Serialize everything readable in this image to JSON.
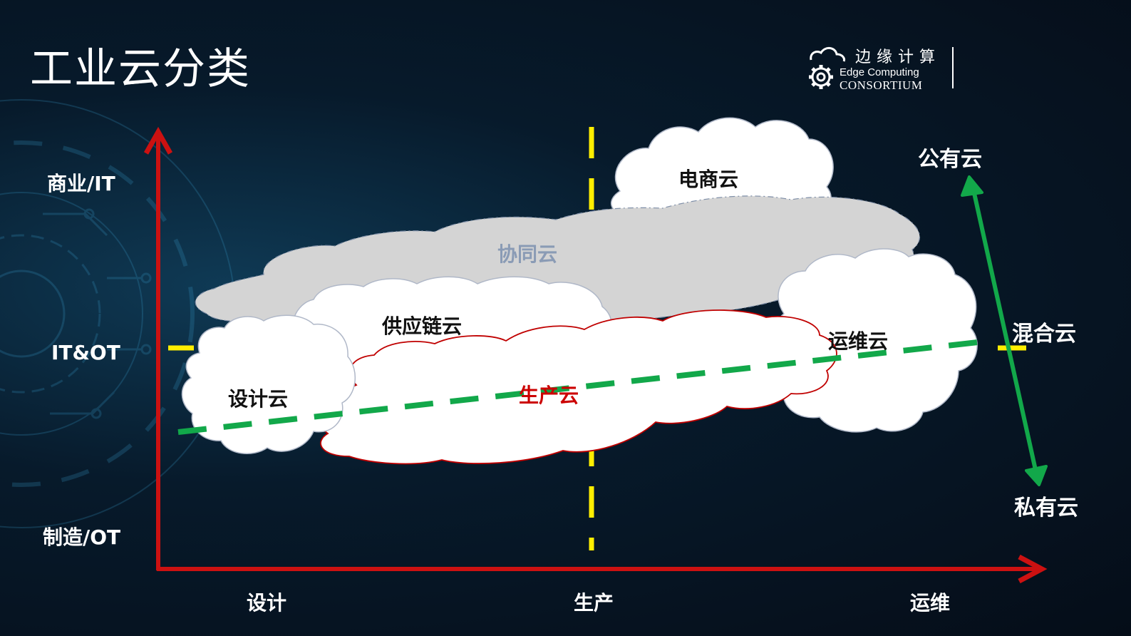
{
  "slide": {
    "title": "工业云分类"
  },
  "logo": {
    "cn": "边缘计算",
    "en_line1": "Edge Computing",
    "en_line2": "CONSORTIUM"
  },
  "y_axis": {
    "top": "商业/IT",
    "middle": "IT&OT",
    "bottom": "制造/OT"
  },
  "x_axis": {
    "left": "设计",
    "middle": "生产",
    "right": "运维"
  },
  "clouds": {
    "ecommerce": "电商云",
    "collab": "协同云",
    "supply": "供应链云",
    "design": "设计云",
    "production": "生产云",
    "ops": "运维云"
  },
  "scale": {
    "public": "公有云",
    "hybrid": "混合云",
    "private": "私有云"
  },
  "colors": {
    "axis": "#cc1111",
    "divider": "#ffee00",
    "trend": "#12a84a",
    "scale_arrow": "#12a84a",
    "collab_fill": "#d4d4d4",
    "collab_text": "#8a9bb5",
    "production_text": "#cc0000",
    "production_outline": "#c00000"
  }
}
